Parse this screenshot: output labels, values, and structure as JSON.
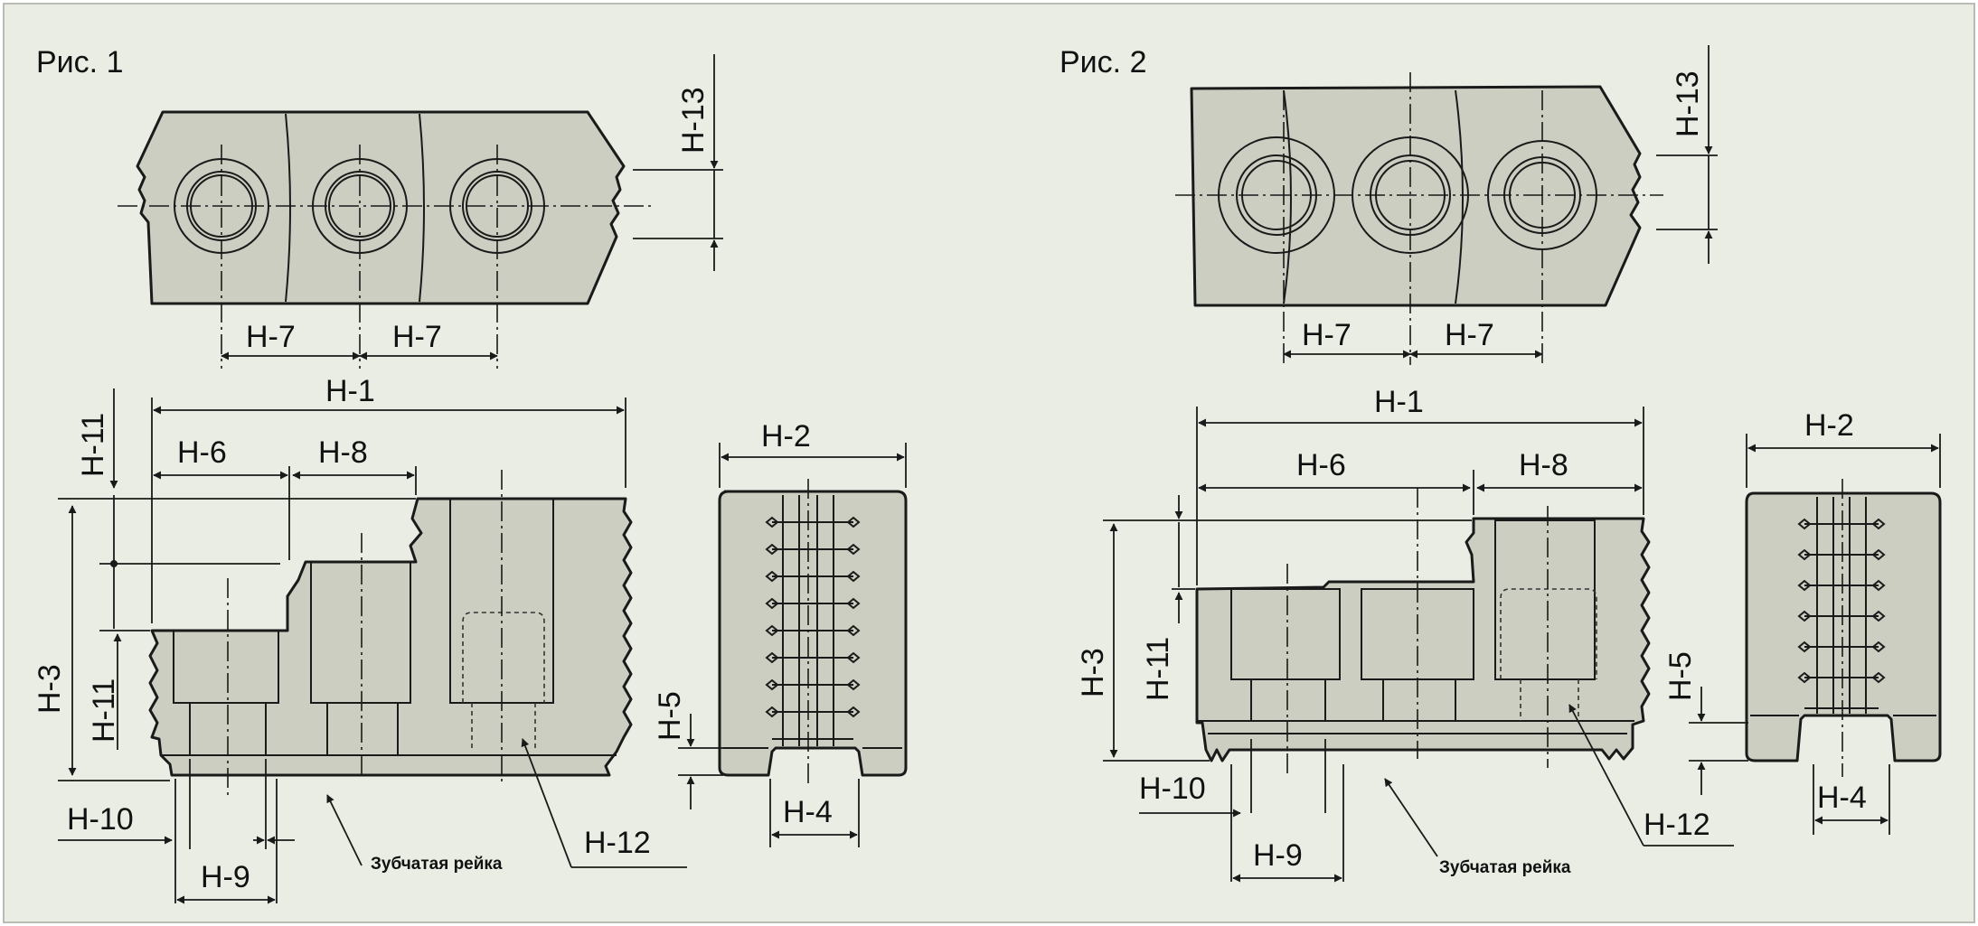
{
  "figures": [
    {
      "caption": "Рис. 1",
      "rail_label": "Зубчатая рейка"
    },
    {
      "caption": "Рис. 2",
      "rail_label": "Зубчатая рейка"
    }
  ],
  "dimension_labels": {
    "h1": "H-1",
    "h2": "H-2",
    "h3": "H-3",
    "h4": "H-4",
    "h5": "H-5",
    "h6": "H-6",
    "h7": "H-7",
    "h8": "H-8",
    "h9": "H-9",
    "h10": "H-10",
    "h11": "H-11",
    "h12": "H-12",
    "h13": "H-13"
  },
  "colors": {
    "background": "#e9ede3",
    "part_fill": "#cbcec1",
    "line": "#1a1a1a"
  }
}
